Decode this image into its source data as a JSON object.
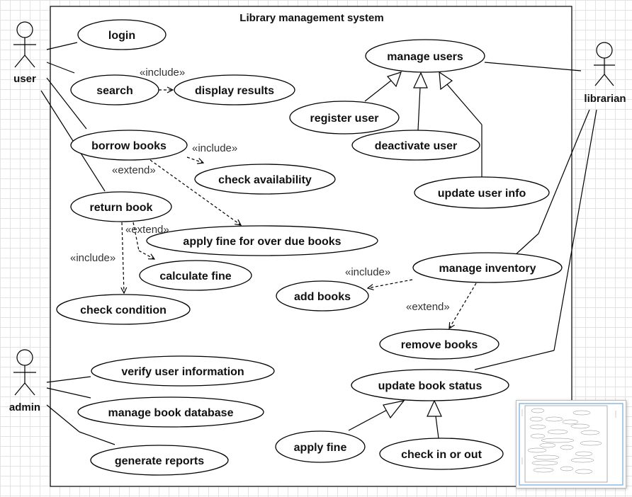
{
  "diagram": {
    "title": "Library management system",
    "actors": {
      "user": "user",
      "admin": "admin",
      "librarian": "librarian"
    },
    "use_cases": {
      "login": "login",
      "search": "search",
      "display_results": "display results",
      "borrow_books": "borrow books",
      "check_availability": "check availability",
      "return_book": "return book",
      "apply_fine_overdue": "apply fine for over due books",
      "calculate_fine": "calculate fine",
      "check_condition": "check condition",
      "manage_users": "manage users",
      "register_user": "register user",
      "deactivate_user": "deactivate user",
      "update_user_info": "update user info",
      "manage_inventory": "manage inventory",
      "add_books": "add books",
      "remove_books": "remove books",
      "verify_user_information": "verify user information",
      "manage_book_database": "manage book database",
      "generate_reports": "generate reports",
      "update_book_status": "update book status",
      "apply_fine": "apply fine",
      "check_in_or_out": "check in or out"
    },
    "stereotypes": {
      "include_search": "«include»",
      "include_borrow": "«include»",
      "extend_borrow": "«extend»",
      "extend_return": "«extend»",
      "include_return": "«include»",
      "include_inventory": "«include»",
      "extend_inventory": "«extend»"
    }
  }
}
